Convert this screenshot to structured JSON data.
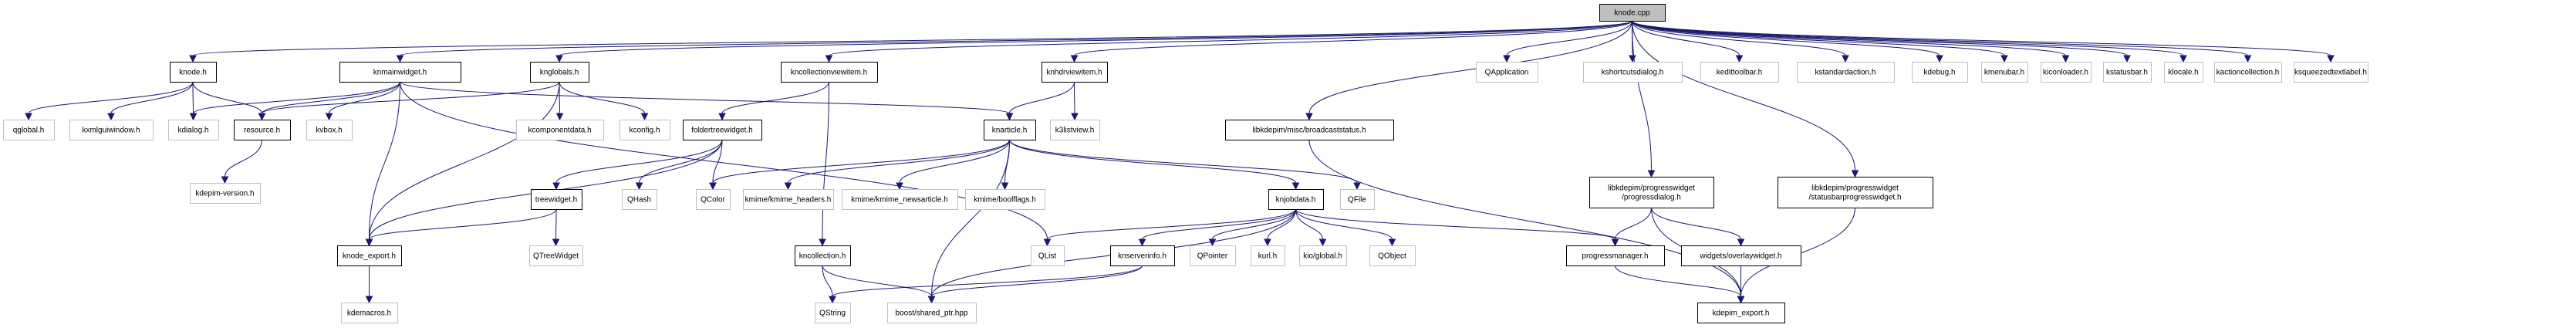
{
  "diagram": {
    "title": "knode.cpp include dependency graph",
    "colors": {
      "edge": "#191970",
      "root_fill": "#bfbfbf",
      "documented_border": "#000000",
      "external_border": "#bfbfbf"
    },
    "nodes": [
      {
        "id": "knode_cpp",
        "label": "knode.cpp",
        "kind": "root"
      },
      {
        "id": "knode_h",
        "label": "knode.h",
        "kind": "documented"
      },
      {
        "id": "knmainwidget_h",
        "label": "knmainwidget.h",
        "kind": "documented"
      },
      {
        "id": "knglobals_h",
        "label": "knglobals.h",
        "kind": "documented"
      },
      {
        "id": "kncollectionviewitem_h",
        "label": "kncollectionviewitem.h",
        "kind": "documented"
      },
      {
        "id": "knhdrviewitem_h",
        "label": "knhdrviewitem.h",
        "kind": "documented"
      },
      {
        "id": "QApplication",
        "label": "QApplication",
        "kind": "external"
      },
      {
        "id": "kshortcutsdialog_h",
        "label": "kshortcutsdialog.h",
        "kind": "external"
      },
      {
        "id": "kedittoolbar_h",
        "label": "kedittoolbar.h",
        "kind": "external"
      },
      {
        "id": "kstandardaction_h",
        "label": "kstandardaction.h",
        "kind": "external"
      },
      {
        "id": "kdebug_h",
        "label": "kdebug.h",
        "kind": "external"
      },
      {
        "id": "kmenubar_h",
        "label": "kmenubar.h",
        "kind": "external"
      },
      {
        "id": "kiconloader_h",
        "label": "kiconloader.h",
        "kind": "external"
      },
      {
        "id": "kstatusbar_h",
        "label": "kstatusbar.h",
        "kind": "external"
      },
      {
        "id": "klocale_h",
        "label": "klocale.h",
        "kind": "external"
      },
      {
        "id": "kactioncollection_h",
        "label": "kactioncollection.h",
        "kind": "external"
      },
      {
        "id": "ksqueezedtextlabel_h",
        "label": "ksqueezedtextlabel.h",
        "kind": "external"
      },
      {
        "id": "qglobal_h",
        "label": "qglobal.h",
        "kind": "external"
      },
      {
        "id": "kxmlguiwindow_h",
        "label": "kxmlguiwindow.h",
        "kind": "external"
      },
      {
        "id": "kdialog_h",
        "label": "kdialog.h",
        "kind": "external"
      },
      {
        "id": "resource_h",
        "label": "resource.h",
        "kind": "documented"
      },
      {
        "id": "kvbox_h",
        "label": "kvbox.h",
        "kind": "external"
      },
      {
        "id": "kcomponentdata_h",
        "label": "kcomponentdata.h",
        "kind": "external"
      },
      {
        "id": "kconfig_h",
        "label": "kconfig.h",
        "kind": "external"
      },
      {
        "id": "foldertreewidget_h",
        "label": "foldertreewidget.h",
        "kind": "documented"
      },
      {
        "id": "knarticle_h",
        "label": "knarticle.h",
        "kind": "documented"
      },
      {
        "id": "k3listview_h",
        "label": "k3listview.h",
        "kind": "external"
      },
      {
        "id": "broadcaststatus_h",
        "label": "libkdepim/misc/broadcaststatus.h",
        "kind": "documented"
      },
      {
        "id": "progressdialog_h",
        "label": "libkdepim/progresswidget\n/progressdialog.h",
        "kind": "documented"
      },
      {
        "id": "statusbarprogresswidget_h",
        "label": "libkdepim/progresswidget\n/statusbarprogresswidget.h",
        "kind": "documented"
      },
      {
        "id": "kdepim_version_h",
        "label": "kdepim-version.h",
        "kind": "external"
      },
      {
        "id": "treewidget_h",
        "label": "treewidget.h",
        "kind": "documented"
      },
      {
        "id": "QHash",
        "label": "QHash",
        "kind": "external"
      },
      {
        "id": "QColor",
        "label": "QColor",
        "kind": "external"
      },
      {
        "id": "kmime_headers_h",
        "label": "kmime/kmime_headers.h",
        "kind": "external"
      },
      {
        "id": "kmime_newsarticle_h",
        "label": "kmime/kmime_newsarticle.h",
        "kind": "external"
      },
      {
        "id": "boolflags_h",
        "label": "kmime/boolflags.h",
        "kind": "external"
      },
      {
        "id": "knjobdata_h",
        "label": "knjobdata.h",
        "kind": "documented"
      },
      {
        "id": "QFile",
        "label": "QFile",
        "kind": "external"
      },
      {
        "id": "knode_export_h",
        "label": "knode_export.h",
        "kind": "documented"
      },
      {
        "id": "QTreeWidget",
        "label": "QTreeWidget",
        "kind": "external"
      },
      {
        "id": "kncollection_h",
        "label": "kncollection.h",
        "kind": "documented"
      },
      {
        "id": "QList",
        "label": "QList",
        "kind": "external"
      },
      {
        "id": "knserverinfo_h",
        "label": "knserverinfo.h",
        "kind": "documented"
      },
      {
        "id": "QPointer",
        "label": "QPointer",
        "kind": "external"
      },
      {
        "id": "kurl_h",
        "label": "kurl.h",
        "kind": "external"
      },
      {
        "id": "kio_global_h",
        "label": "kio/global.h",
        "kind": "external"
      },
      {
        "id": "QObject",
        "label": "QObject",
        "kind": "external"
      },
      {
        "id": "progressmanager_h",
        "label": "progressmanager.h",
        "kind": "documented"
      },
      {
        "id": "overlaywidget_h",
        "label": "widgets/overlaywidget.h",
        "kind": "documented"
      },
      {
        "id": "kdemacros_h",
        "label": "kdemacros.h",
        "kind": "external"
      },
      {
        "id": "QString",
        "label": "QString",
        "kind": "external"
      },
      {
        "id": "boost_shared_ptr_hpp",
        "label": "boost/shared_ptr.hpp",
        "kind": "external"
      },
      {
        "id": "kdepim_export_h",
        "label": "kdepim_export.h",
        "kind": "documented"
      }
    ],
    "edges": [
      [
        "knode_cpp",
        "knode_h"
      ],
      [
        "knode_cpp",
        "knmainwidget_h"
      ],
      [
        "knode_cpp",
        "knglobals_h"
      ],
      [
        "knode_cpp",
        "kncollectionviewitem_h"
      ],
      [
        "knode_cpp",
        "knhdrviewitem_h"
      ],
      [
        "knode_cpp",
        "broadcaststatus_h"
      ],
      [
        "knode_cpp",
        "progressdialog_h"
      ],
      [
        "knode_cpp",
        "statusbarprogresswidget_h"
      ],
      [
        "knode_cpp",
        "QApplication"
      ],
      [
        "knode_cpp",
        "kshortcutsdialog_h"
      ],
      [
        "knode_cpp",
        "kedittoolbar_h"
      ],
      [
        "knode_cpp",
        "kstandardaction_h"
      ],
      [
        "knode_cpp",
        "kdebug_h"
      ],
      [
        "knode_cpp",
        "kmenubar_h"
      ],
      [
        "knode_cpp",
        "kiconloader_h"
      ],
      [
        "knode_cpp",
        "kstatusbar_h"
      ],
      [
        "knode_cpp",
        "klocale_h"
      ],
      [
        "knode_cpp",
        "kactioncollection_h"
      ],
      [
        "knode_cpp",
        "ksqueezedtextlabel_h"
      ],
      [
        "knode_h",
        "qglobal_h"
      ],
      [
        "knode_h",
        "kxmlguiwindow_h"
      ],
      [
        "knode_h",
        "kdialog_h"
      ],
      [
        "knode_h",
        "resource_h"
      ],
      [
        "knmainwidget_h",
        "kdialog_h"
      ],
      [
        "knmainwidget_h",
        "resource_h"
      ],
      [
        "knmainwidget_h",
        "kvbox_h"
      ],
      [
        "knmainwidget_h",
        "knode_export_h"
      ],
      [
        "knmainwidget_h",
        "knarticle_h"
      ],
      [
        "knmainwidget_h",
        "QList"
      ],
      [
        "knglobals_h",
        "resource_h"
      ],
      [
        "knglobals_h",
        "kcomponentdata_h"
      ],
      [
        "knglobals_h",
        "kconfig_h"
      ],
      [
        "knglobals_h",
        "knode_export_h"
      ],
      [
        "kncollectionviewitem_h",
        "foldertreewidget_h"
      ],
      [
        "kncollectionviewitem_h",
        "kncollection_h"
      ],
      [
        "knhdrviewitem_h",
        "knarticle_h"
      ],
      [
        "knhdrviewitem_h",
        "k3listview_h"
      ],
      [
        "resource_h",
        "kdepim_version_h"
      ],
      [
        "foldertreewidget_h",
        "knode_export_h"
      ],
      [
        "foldertreewidget_h",
        "treewidget_h"
      ],
      [
        "foldertreewidget_h",
        "QHash"
      ],
      [
        "foldertreewidget_h",
        "QColor"
      ],
      [
        "treewidget_h",
        "knode_export_h"
      ],
      [
        "treewidget_h",
        "QTreeWidget"
      ],
      [
        "knode_export_h",
        "kdemacros_h"
      ],
      [
        "knarticle_h",
        "QColor"
      ],
      [
        "knarticle_h",
        "kmime_headers_h"
      ],
      [
        "knarticle_h",
        "kmime_newsarticle_h"
      ],
      [
        "knarticle_h",
        "boolflags_h"
      ],
      [
        "knarticle_h",
        "knjobdata_h"
      ],
      [
        "knarticle_h",
        "QFile"
      ],
      [
        "knarticle_h",
        "boost_shared_ptr_hpp"
      ],
      [
        "knjobdata_h",
        "QList"
      ],
      [
        "knjobdata_h",
        "knserverinfo_h"
      ],
      [
        "knjobdata_h",
        "QPointer"
      ],
      [
        "knjobdata_h",
        "kurl_h"
      ],
      [
        "knjobdata_h",
        "kio_global_h"
      ],
      [
        "knjobdata_h",
        "QObject"
      ],
      [
        "knjobdata_h",
        "progressmanager_h"
      ],
      [
        "knjobdata_h",
        "boost_shared_ptr_hpp"
      ],
      [
        "kncollection_h",
        "QString"
      ],
      [
        "kncollection_h",
        "boost_shared_ptr_hpp"
      ],
      [
        "knserverinfo_h",
        "QString"
      ],
      [
        "knserverinfo_h",
        "boost_shared_ptr_hpp"
      ],
      [
        "broadcaststatus_h",
        "kdepim_export_h"
      ],
      [
        "progressdialog_h",
        "progressmanager_h"
      ],
      [
        "progressdialog_h",
        "overlaywidget_h"
      ],
      [
        "progressdialog_h",
        "kdepim_export_h"
      ],
      [
        "statusbarprogresswidget_h",
        "kdepim_export_h"
      ],
      [
        "progressmanager_h",
        "kdepim_export_h"
      ],
      [
        "overlaywidget_h",
        "kdepim_export_h"
      ]
    ]
  }
}
